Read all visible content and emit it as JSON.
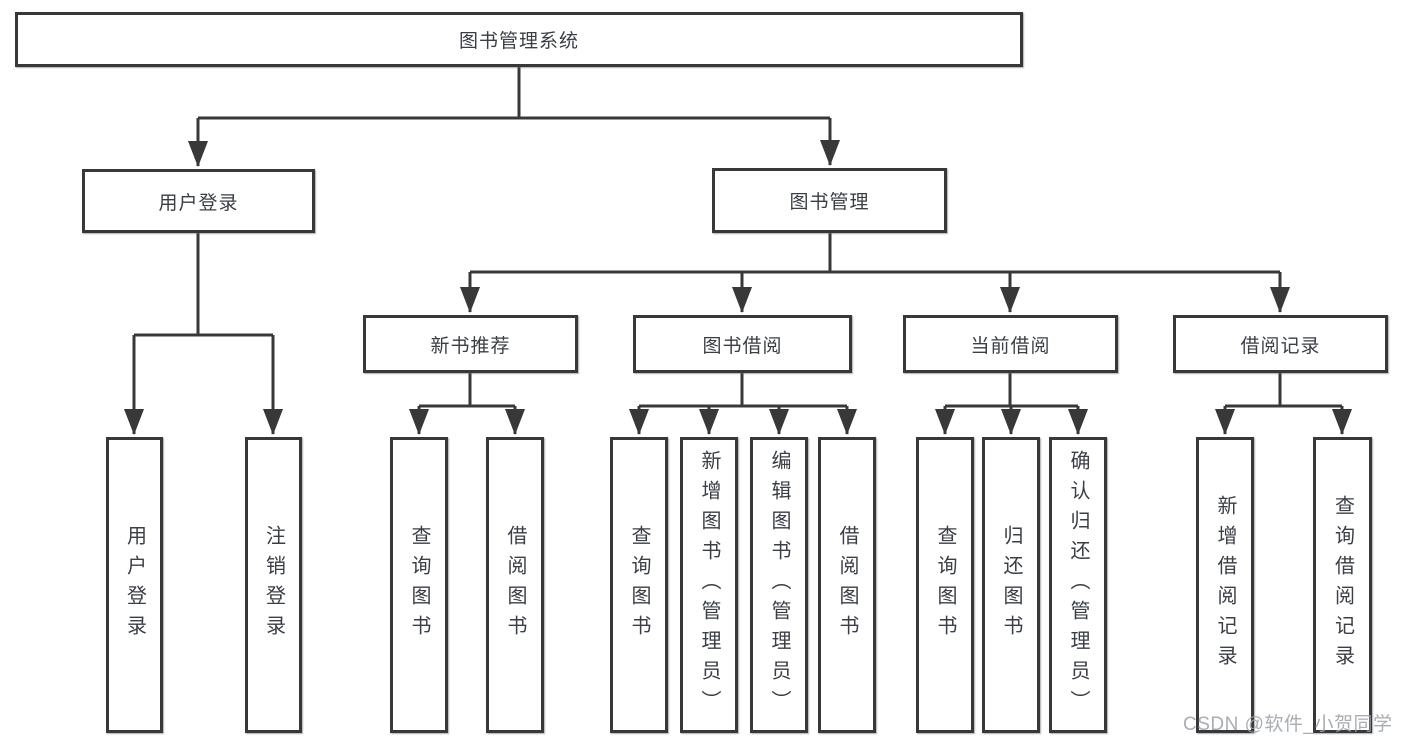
{
  "diagram": {
    "type": "hierarchy",
    "tree": {
      "label": "图书管理系统",
      "children": [
        {
          "label": "用户登录",
          "children": [
            {
              "label": "用户登录"
            },
            {
              "label": "注销登录"
            }
          ]
        },
        {
          "label": "图书管理",
          "children": [
            {
              "label": "新书推荐",
              "children": [
                {
                  "label": "查询图书"
                },
                {
                  "label": "借阅图书"
                }
              ]
            },
            {
              "label": "图书借阅",
              "children": [
                {
                  "label": "查询图书"
                },
                {
                  "label": "新增图书（管理员）"
                },
                {
                  "label": "编辑图书（管理员）"
                },
                {
                  "label": "借阅图书"
                }
              ]
            },
            {
              "label": "当前借阅",
              "children": [
                {
                  "label": "查询图书"
                },
                {
                  "label": "归还图书"
                },
                {
                  "label": "确认归还（管理员）"
                }
              ]
            },
            {
              "label": "借阅记录",
              "children": [
                {
                  "label": "新增借阅记录"
                },
                {
                  "label": "查询借阅记录"
                }
              ]
            }
          ]
        }
      ]
    }
  },
  "watermark": {
    "text": "CSDN @软件_小贺同学"
  },
  "colors": {
    "line": "#383838",
    "box_border": "#383838",
    "text": "#3a3e45",
    "background": "#ffffff",
    "watermark": "#9aa0a6"
  }
}
